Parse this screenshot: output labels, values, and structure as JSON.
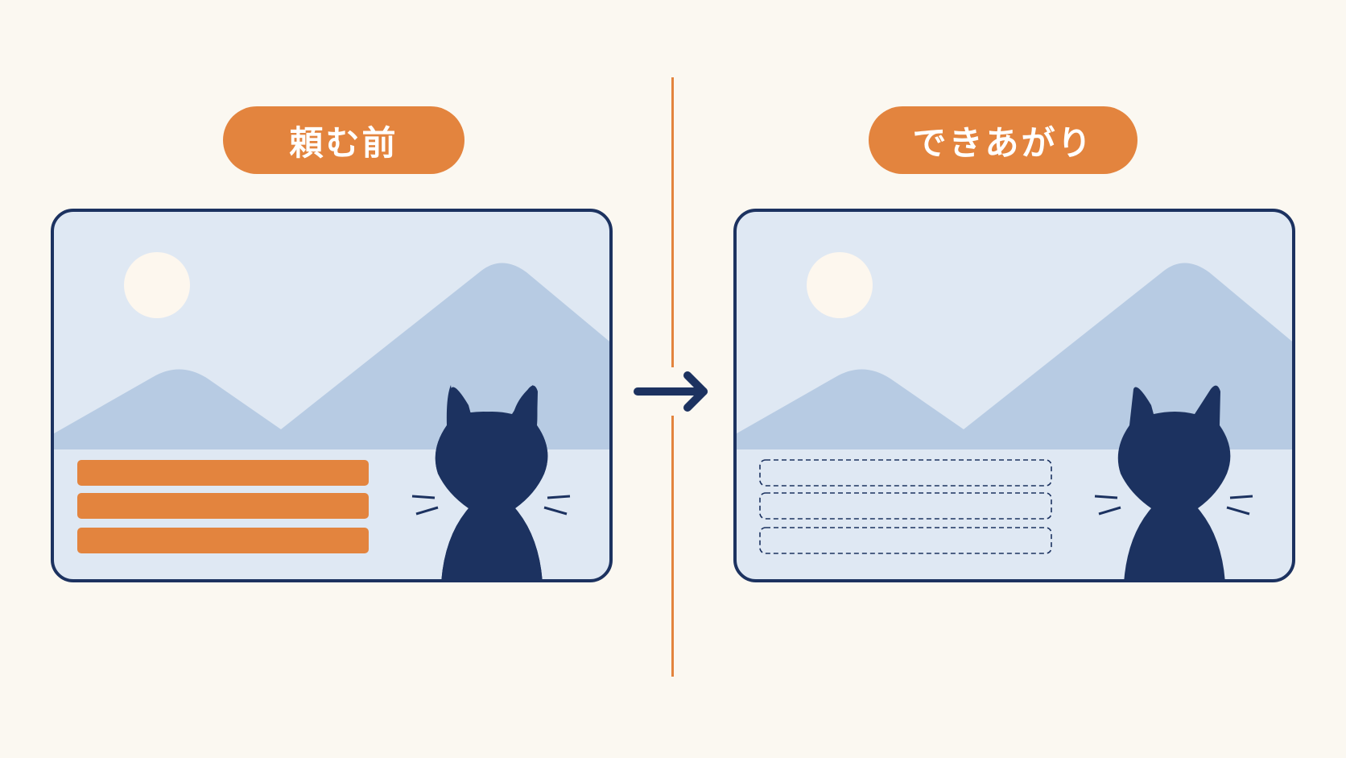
{
  "panels": {
    "before": {
      "label": "頼む前",
      "text_bars": "filled",
      "bar_count": 3
    },
    "after": {
      "label": "できあがり",
      "text_bars": "dashed-empty",
      "bar_count": 3
    }
  },
  "colors": {
    "background": "#fbf8f1",
    "accent_orange": "#e3843e",
    "navy": "#1c3260",
    "sky": "#dfe8f3",
    "mountain": "#b7cbe3",
    "sun": "#fdf7ee"
  },
  "icons": [
    "sun-icon",
    "mountain-icon",
    "cat-silhouette-icon",
    "arrow-right-icon"
  ]
}
